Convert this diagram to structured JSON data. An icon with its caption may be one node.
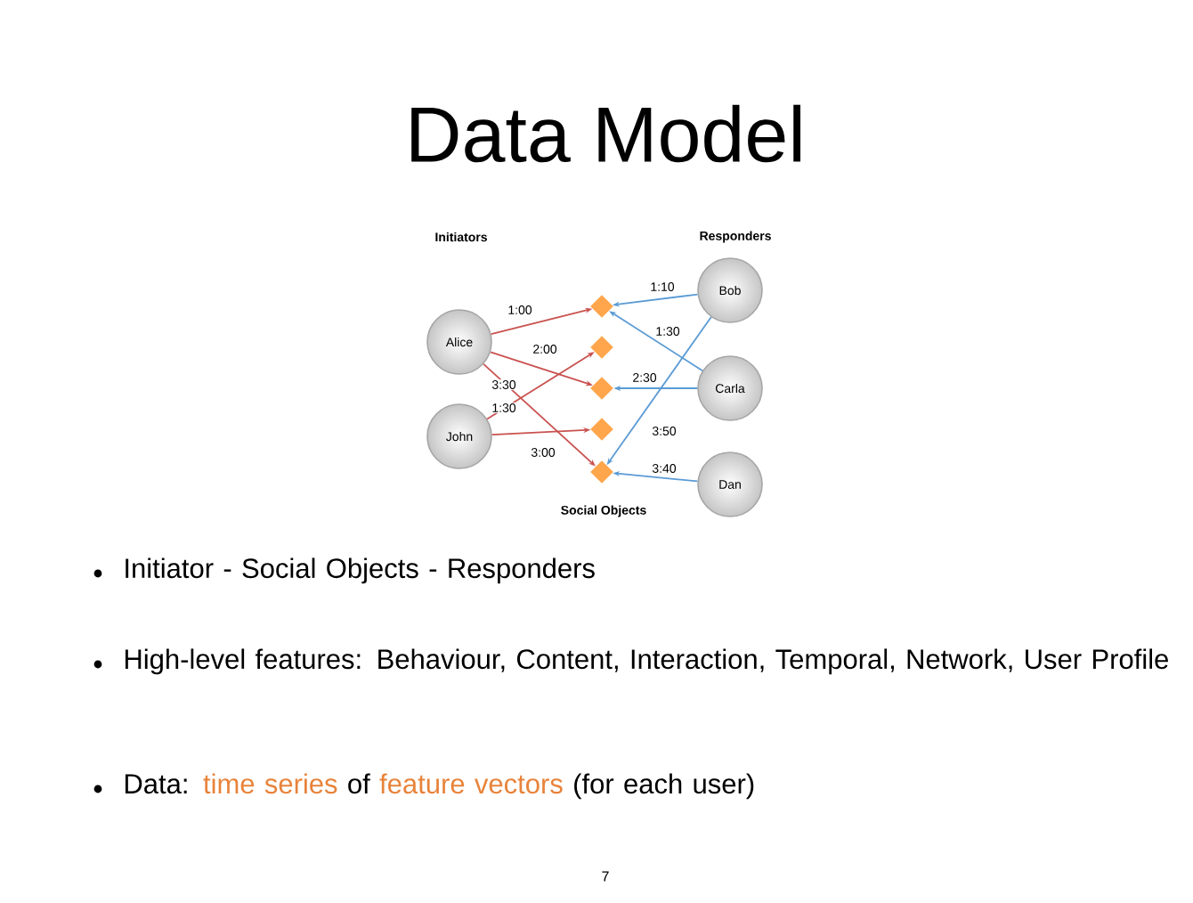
{
  "diagram": {
    "title": "Data Model",
    "nodes": [
      {
        "text": [
          "Alice"
        ]
      },
      {
        "text": [
          "John"
        ]
      },
      {
        "text": [],
        "shape": "diamond"
      },
      {
        "text": [],
        "shape": "diamond"
      },
      {
        "text": [],
        "shape": "diamond"
      },
      {
        "text": [],
        "shape": "diamond"
      },
      {
        "text": [],
        "shape": "diamond"
      },
      {
        "text": [
          "Bob"
        ]
      },
      {
        "text": [
          "Carla"
        ]
      },
      {
        "text": [
          "Dan"
        ]
      }
    ],
    "edges": [
      {
        "from": 0,
        "to": 2,
        "arrow": "to",
        "label": "1:00"
      },
      {
        "from": 0,
        "to": 4,
        "arrow": "to",
        "label": "2:00"
      },
      {
        "from": 1,
        "to": 3,
        "arrow": "to",
        "label": "1:30"
      },
      {
        "from": 1,
        "to": 5,
        "arrow": "to",
        "label": "3:00"
      },
      {
        "from": 0,
        "to": 6,
        "arrow": "to",
        "label": "3:30"
      },
      {
        "from": 7,
        "to": 2,
        "arrow": "to",
        "label": "1:10",
        "color": "#5b9bd5"
      },
      {
        "from": 8,
        "to": 2,
        "arrow": "to",
        "label": "1:30",
        "color": "#5b9bd5"
      },
      {
        "from": 8,
        "to": 4,
        "arrow": "to",
        "label": "2:30",
        "color": "#5b9bd5"
      },
      {
        "from": 7,
        "to": 6,
        "arrow": "to",
        "label": "3:50",
        "color": "#5b9bd5"
      },
      {
        "from": 9,
        "to": 6,
        "arrow": "to",
        "label": "3:40",
        "color": "#5b9bd5"
      }
    ],
    "labels": [
      "Initiators",
      "Responders",
      "Social Objects",
      "Initiator - Social Objects - Responders",
      "High-level features: Behaviour, Content, Interaction, Temporal, Network, User Profile",
      "Data:",
      "time series",
      "of",
      "feature vectors",
      "(for each user)",
      "7"
    ]
  }
}
